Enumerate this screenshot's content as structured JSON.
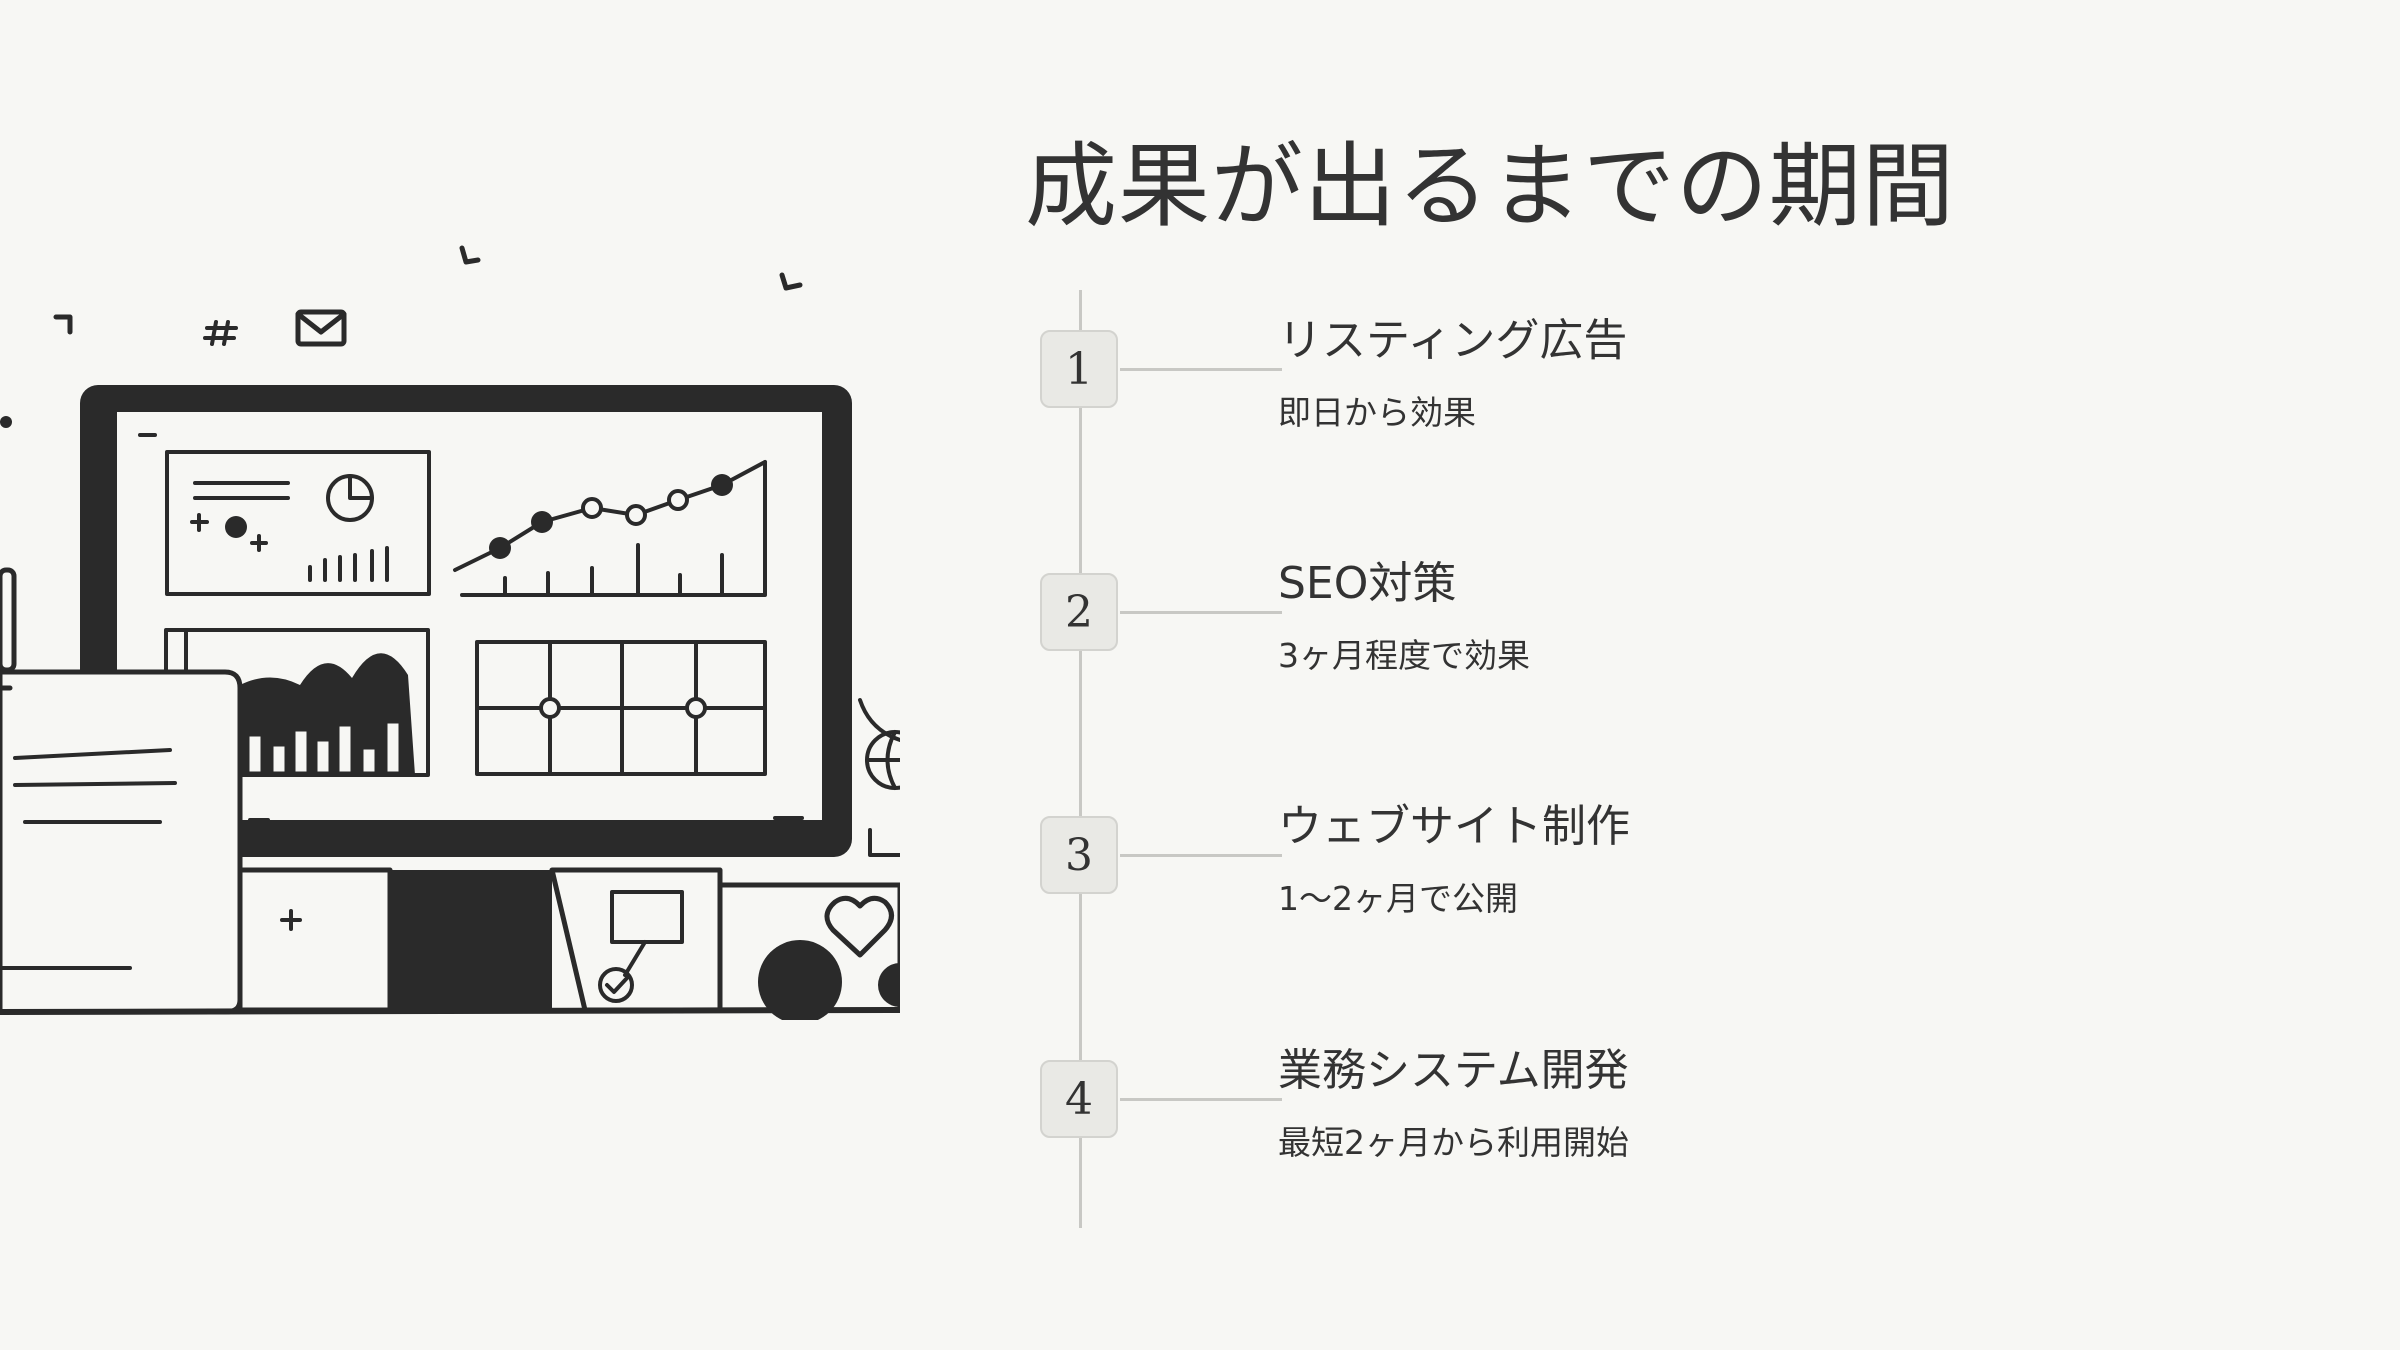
{
  "slide": {
    "title": "成果が出るまでの期間",
    "steps": [
      {
        "number": "1",
        "title": "リスティング広告",
        "description": "即日から効果"
      },
      {
        "number": "2",
        "title": "SEO対策",
        "description": "3ヶ月程度で効果"
      },
      {
        "number": "3",
        "title": "ウェブサイト制作",
        "description": "1〜2ヶ月で公開"
      },
      {
        "number": "4",
        "title": "業務システム開発",
        "description": "最短2ヶ月から利用開始"
      }
    ]
  },
  "illustration": {
    "icons": [
      "hash-icon",
      "mail-icon",
      "pie-chart-icon",
      "line-chart-icon",
      "bar-chart-icon",
      "heart-icon",
      "globe-icon",
      "checkmark-icon"
    ]
  },
  "colors": {
    "background": "#f7f7f4",
    "text": "#333333",
    "badge_fill": "#e9e9e5",
    "line": "#c8c8c4",
    "ink": "#2a2a2a"
  }
}
